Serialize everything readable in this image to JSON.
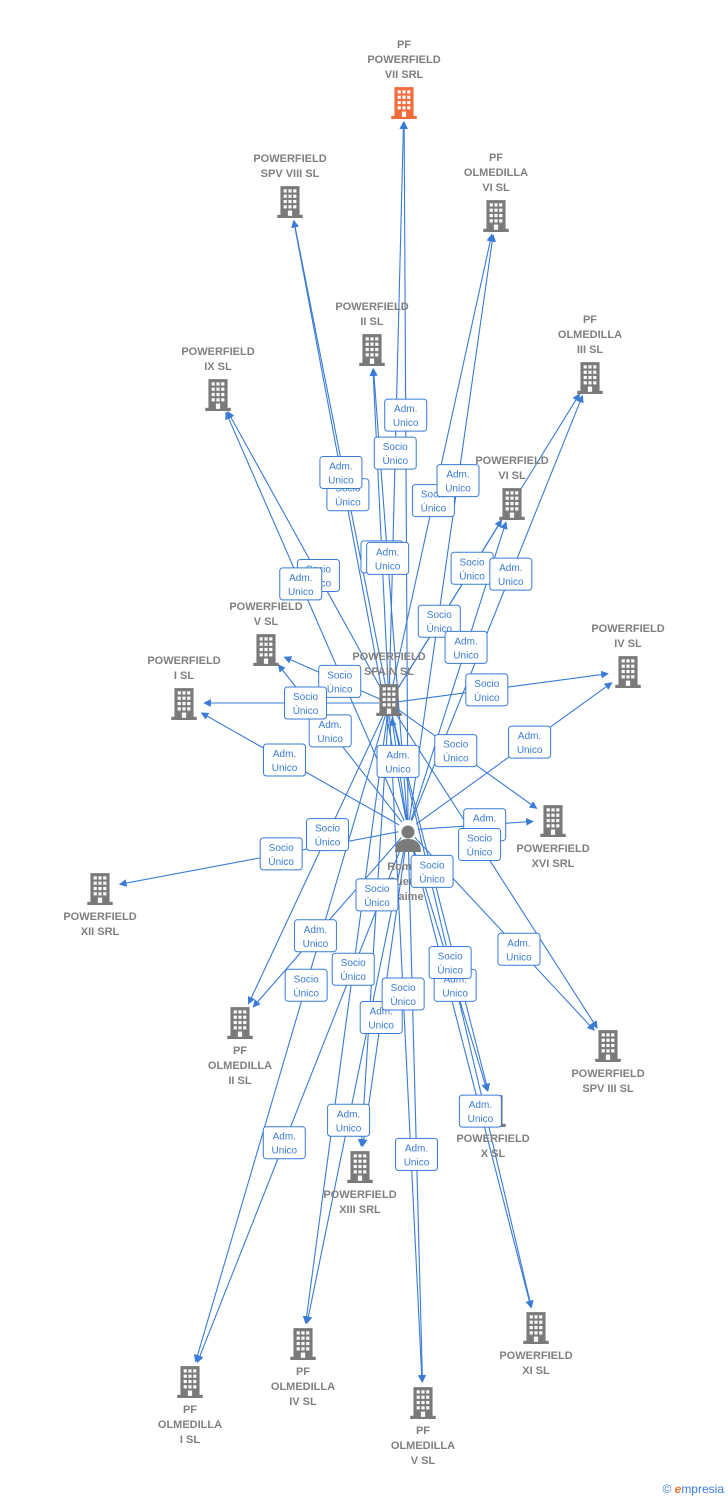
{
  "colors": {
    "building": "#7a7a7a",
    "highlight": "#f26b3a",
    "edge": "#3a7bd5",
    "person": "#7a7a7a"
  },
  "nodes": [
    {
      "id": "pf-vii",
      "label": [
        "PF",
        "POWERFIELD",
        "VII SRL"
      ],
      "icon": "building-icon",
      "highlight": true
    },
    {
      "id": "spv-viii",
      "label": [
        "POWERFIELD",
        "SPV VIII  SL"
      ],
      "icon": "building-icon"
    },
    {
      "id": "olmedilla-vi",
      "label": [
        "PF",
        "OLMEDILLA",
        "VI  SL"
      ],
      "icon": "building-icon"
    },
    {
      "id": "pf-ii",
      "label": [
        "POWERFIELD",
        "II  SL"
      ],
      "icon": "building-icon"
    },
    {
      "id": "olmedilla-iii",
      "label": [
        "PF",
        "OLMEDILLA",
        "III  SL"
      ],
      "icon": "building-icon"
    },
    {
      "id": "pf-ix",
      "label": [
        "POWERFIELD",
        "IX  SL"
      ],
      "icon": "building-icon"
    },
    {
      "id": "pf-vi",
      "label": [
        "POWERFIELD",
        "VI  SL"
      ],
      "icon": "building-icon"
    },
    {
      "id": "pf-v",
      "label": [
        "POWERFIELD",
        "V  SL"
      ],
      "icon": "building-icon"
    },
    {
      "id": "pf-iv",
      "label": [
        "POWERFIELD",
        "IV  SL"
      ],
      "icon": "building-icon"
    },
    {
      "id": "pf-i",
      "label": [
        "POWERFIELD",
        "I  SL"
      ],
      "icon": "building-icon"
    },
    {
      "id": "pf-spain",
      "label": [
        "POWERFIELD",
        "SPAIN  SL"
      ],
      "icon": "building-icon"
    },
    {
      "id": "pf-xvi",
      "label": [
        "POWERFIELD",
        "XVI SRL"
      ],
      "icon": "building-icon"
    },
    {
      "id": "romero",
      "label": [
        "Romero",
        "Cuenca",
        "Jaime"
      ],
      "icon": "person-icon"
    },
    {
      "id": "pf-xii",
      "label": [
        "POWERFIELD",
        "XII SRL"
      ],
      "icon": "building-icon"
    },
    {
      "id": "olmedilla-ii",
      "label": [
        "PF",
        "OLMEDILLA",
        "II  SL"
      ],
      "icon": "building-icon"
    },
    {
      "id": "spv-iii",
      "label": [
        "POWERFIELD",
        "SPV III  SL"
      ],
      "icon": "building-icon"
    },
    {
      "id": "pf-x",
      "label": [
        "POWERFIELD",
        "X  SL"
      ],
      "icon": "building-icon"
    },
    {
      "id": "pf-xiii",
      "label": [
        "POWERFIELD",
        "XIII SRL"
      ],
      "icon": "building-icon"
    },
    {
      "id": "pf-xi",
      "label": [
        "POWERFIELD",
        "XI  SL"
      ],
      "icon": "building-icon"
    },
    {
      "id": "olmedilla-iv",
      "label": [
        "PF",
        "OLMEDILLA",
        "IV  SL"
      ],
      "icon": "building-icon"
    },
    {
      "id": "olmedilla-i",
      "label": [
        "PF",
        "OLMEDILLA",
        "I  SL"
      ],
      "icon": "building-icon"
    },
    {
      "id": "olmedilla-v",
      "label": [
        "PF",
        "OLMEDILLA",
        "V  SL"
      ],
      "icon": "building-icon"
    }
  ],
  "edge_labels": {
    "socio": [
      "Socio",
      "Único"
    ],
    "adm": [
      "Adm.",
      "Unico"
    ]
  },
  "edges": [
    {
      "from": "pf-spain",
      "to": "pf-vii",
      "label": "socio"
    },
    {
      "from": "romero",
      "to": "pf-vii",
      "label": "adm"
    },
    {
      "from": "pf-spain",
      "to": "spv-viii",
      "label": "socio"
    },
    {
      "from": "romero",
      "to": "spv-viii",
      "label": "adm"
    },
    {
      "from": "pf-spain",
      "to": "olmedilla-vi",
      "label": "socio"
    },
    {
      "from": "romero",
      "to": "olmedilla-vi",
      "label": "adm"
    },
    {
      "from": "pf-spain",
      "to": "pf-ii",
      "label": "socio"
    },
    {
      "from": "romero",
      "to": "pf-ii",
      "label": "adm"
    },
    {
      "from": "pf-spain",
      "to": "olmedilla-iii",
      "label": "socio"
    },
    {
      "from": "romero",
      "to": "olmedilla-iii",
      "label": "adm"
    },
    {
      "from": "pf-spain",
      "to": "pf-ix",
      "label": "socio"
    },
    {
      "from": "romero",
      "to": "pf-ix",
      "label": "adm"
    },
    {
      "from": "pf-spain",
      "to": "pf-vi",
      "label": "socio"
    },
    {
      "from": "romero",
      "to": "pf-vi",
      "label": "adm"
    },
    {
      "from": "pf-spain",
      "to": "pf-v",
      "label": "socio"
    },
    {
      "from": "romero",
      "to": "pf-v",
      "label": "adm"
    },
    {
      "from": "pf-spain",
      "to": "pf-iv",
      "label": "socio"
    },
    {
      "from": "romero",
      "to": "pf-iv",
      "label": "adm"
    },
    {
      "from": "pf-spain",
      "to": "pf-i",
      "label": "socio"
    },
    {
      "from": "romero",
      "to": "pf-i",
      "label": "adm"
    },
    {
      "from": "romero",
      "to": "pf-spain",
      "label": "adm"
    },
    {
      "from": "romero",
      "to": "pf-xvi",
      "label": "adm"
    },
    {
      "from": "pf-spain",
      "to": "pf-xvi",
      "label": "socio"
    },
    {
      "from": "romero",
      "to": "pf-xii",
      "label": "socio"
    },
    {
      "from": "pf-spain",
      "to": "olmedilla-ii",
      "label": "socio"
    },
    {
      "from": "romero",
      "to": "olmedilla-ii",
      "label": "adm"
    },
    {
      "from": "pf-spain",
      "to": "spv-iii",
      "label": "socio"
    },
    {
      "from": "romero",
      "to": "spv-iii",
      "label": "adm"
    },
    {
      "from": "pf-spain",
      "to": "pf-x",
      "label": "socio"
    },
    {
      "from": "romero",
      "to": "pf-x",
      "label": "adm"
    },
    {
      "from": "pf-spain",
      "to": "pf-xiii",
      "label": "socio"
    },
    {
      "from": "romero",
      "to": "pf-xiii",
      "label": "adm"
    },
    {
      "from": "pf-spain",
      "to": "pf-xi",
      "label": "socio"
    },
    {
      "from": "romero",
      "to": "pf-xi",
      "label": "adm"
    },
    {
      "from": "pf-spain",
      "to": "olmedilla-iv",
      "label": "socio"
    },
    {
      "from": "romero",
      "to": "olmedilla-iv",
      "label": "adm"
    },
    {
      "from": "pf-spain",
      "to": "olmedilla-i",
      "label": "socio"
    },
    {
      "from": "romero",
      "to": "olmedilla-i",
      "label": "adm"
    },
    {
      "from": "pf-spain",
      "to": "olmedilla-v",
      "label": "socio"
    },
    {
      "from": "romero",
      "to": "olmedilla-v",
      "label": "adm"
    }
  ],
  "footer": {
    "copyright": "©",
    "brand_initial": "e",
    "brand_rest": "mpresia"
  }
}
